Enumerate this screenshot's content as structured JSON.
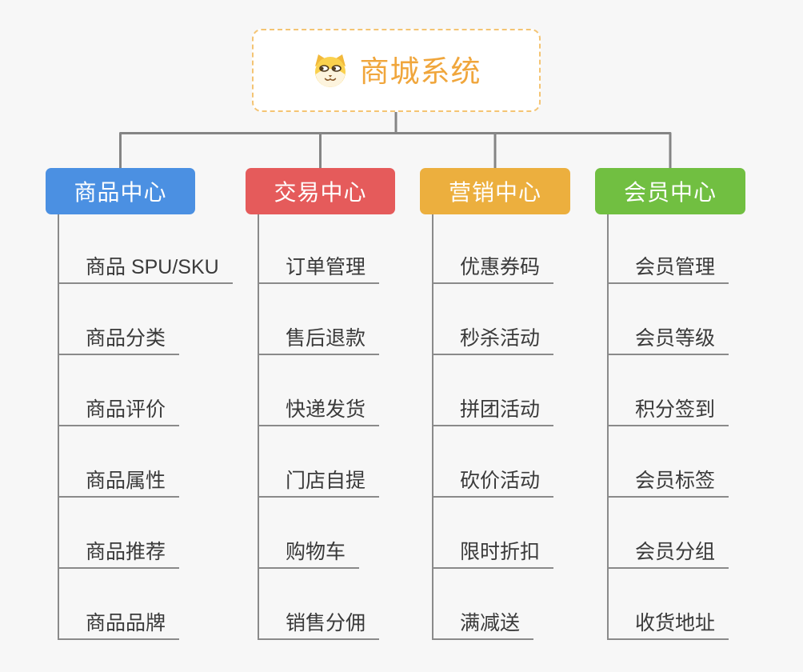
{
  "background_color": "#F7F7F7",
  "connector_color": "#858585",
  "root": {
    "title": "商城系统",
    "icon": "doge-face",
    "accent_color": "#F0A63C",
    "border_color": "#F4C473"
  },
  "branches": [
    {
      "label": "商品中心",
      "color": "#4B90E2",
      "items": [
        "商品 SPU/SKU",
        "商品分类",
        "商品评价",
        "商品属性",
        "商品推荐",
        "商品品牌"
      ]
    },
    {
      "label": "交易中心",
      "color": "#E55B5B",
      "items": [
        "订单管理",
        "售后退款",
        "快递发货",
        "门店自提",
        "购物车",
        "销售分佣"
      ]
    },
    {
      "label": "营销中心",
      "color": "#ECAF3E",
      "items": [
        "优惠券码",
        "秒杀活动",
        "拼团活动",
        "砍价活动",
        "限时折扣",
        "满减送"
      ]
    },
    {
      "label": "会员中心",
      "color": "#71BF41",
      "items": [
        "会员管理",
        "会员等级",
        "积分签到",
        "会员标签",
        "会员分组",
        "收货地址"
      ]
    }
  ]
}
